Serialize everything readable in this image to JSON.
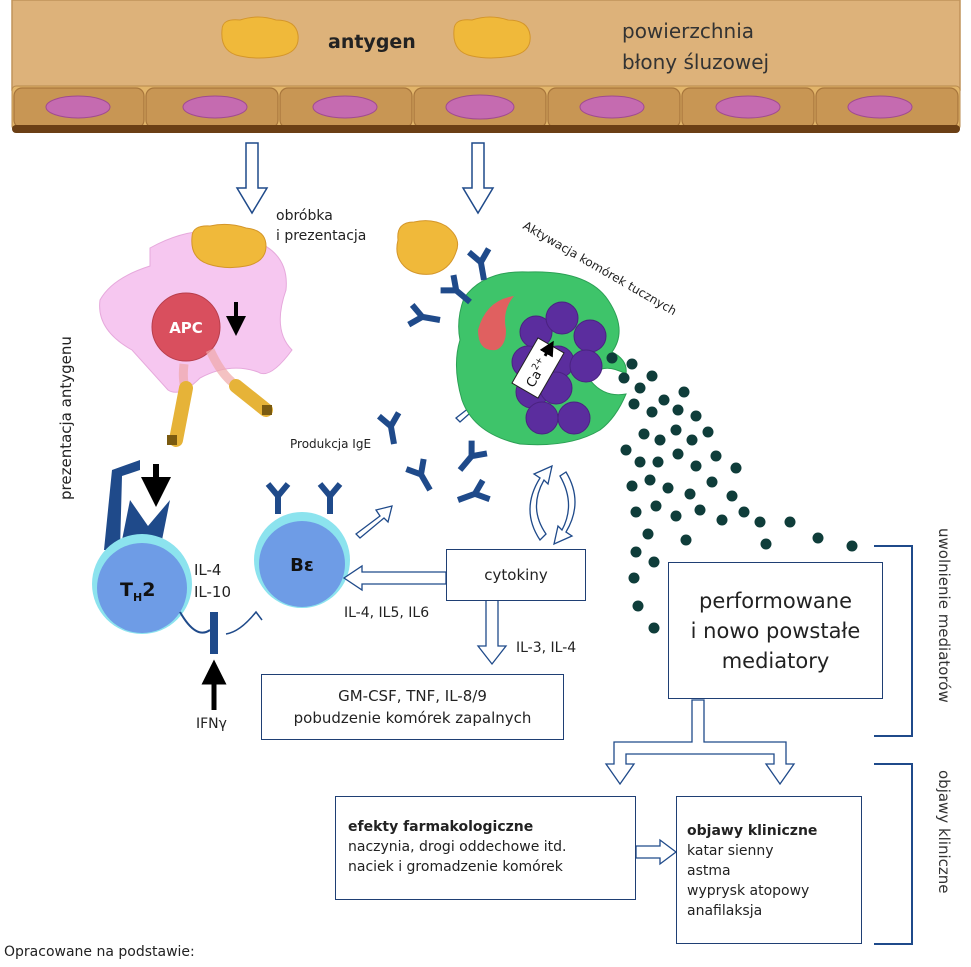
{
  "mucosa": {
    "antigen_label": "antygen",
    "surface_line1": "powierzchnia",
    "surface_line2": "błony śluzowej"
  },
  "apc": {
    "label": "APC",
    "processing_line1": "obróbka",
    "processing_line2": "i prezentacja",
    "side_label": "prezentacja antygenu"
  },
  "mast_cell": {
    "activation_label": "Aktywacja komórek tucznych",
    "calcium": "Ca",
    "calcium_sup": "2+"
  },
  "th2": {
    "label": "T",
    "sub": "H",
    "suffix": "2",
    "il_line1": "IL-4",
    "il_line2": "IL-10",
    "ifn": "IFNγ"
  },
  "bcell": {
    "label": "Bε"
  },
  "ige": {
    "label": "Produkcja IgE"
  },
  "cytokines": {
    "box": "cytokiny",
    "left_label": "IL-4, IL5, IL6",
    "down_label": "IL-3, IL-4"
  },
  "gmcsf": {
    "line1": "GM-CSF, TNF, IL-8/9",
    "line2": "pobudzenie komórek zapalnych"
  },
  "mediators": {
    "line1": "performowane",
    "line2": "i nowo powstałe",
    "line3": "mediatory"
  },
  "pharm": {
    "title": "efekty farmakologiczne",
    "line1": "naczynia, drogi oddechowe itd.",
    "line2": "naciek i gromadzenie komórek"
  },
  "clinical": {
    "title": "objawy kliniczne",
    "items": [
      "katar sienny",
      "astma",
      "wyprysk atopowy",
      "anafilaksja"
    ]
  },
  "side": {
    "release": "uwolnienie mediatorów",
    "symptoms": "objawy kliniczne"
  },
  "footer": {
    "source": "Opracowane na podstawie:"
  },
  "colors": {
    "dark_blue": "#1f4a8a",
    "mast_green": "#3ec46a",
    "granule_purple": "#5b2d9e",
    "apc_pink": "#f6c7f0",
    "antigen_yellow": "#f0b93a",
    "mucosa_tan": "#ddb27a"
  }
}
